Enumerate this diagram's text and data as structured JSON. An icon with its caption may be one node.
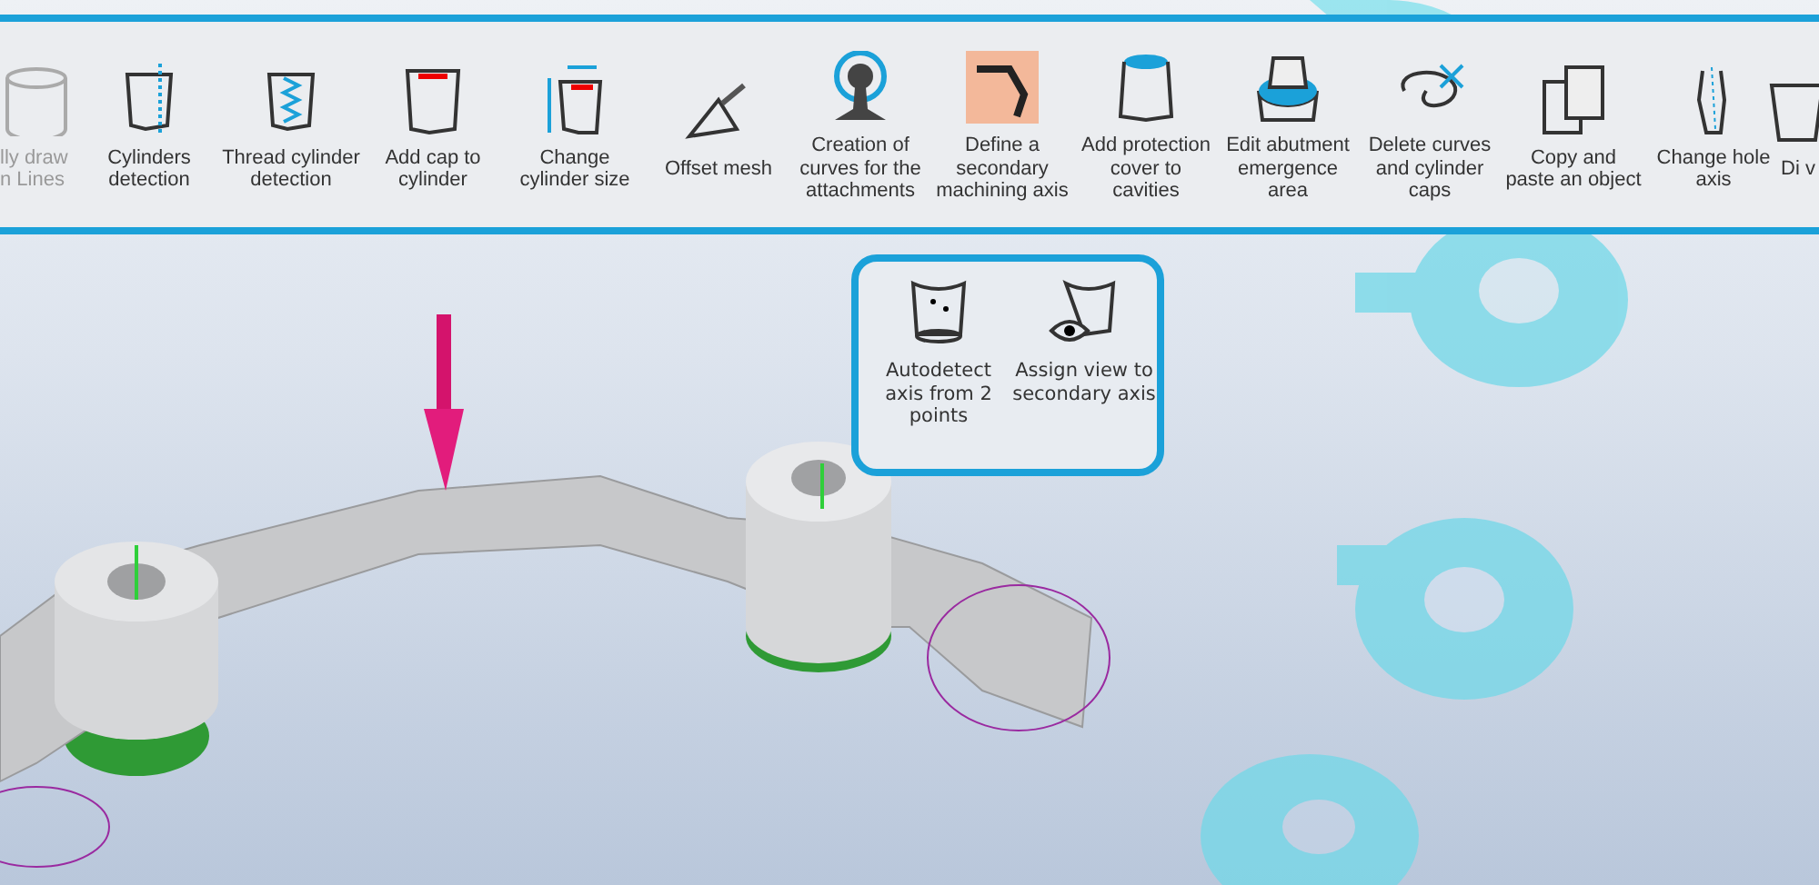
{
  "diagram": {
    "labels": [
      "lly draw n Lines",
      "Cylinders detection",
      "Thread cylinder detection",
      "Add cap to cylinder",
      "Change cylinder size",
      "Offset mesh",
      "Creation of curves for the attachments",
      "Define a secondary machining axis",
      "Add protection cover to cavities",
      "Edit abutment emergence area",
      "Delete curves and cylinder caps",
      "Copy and paste an object",
      "Change hole axis",
      "Di v",
      "Autodetect axis from 2 points",
      "Assign view to secondary axis"
    ]
  }
}
